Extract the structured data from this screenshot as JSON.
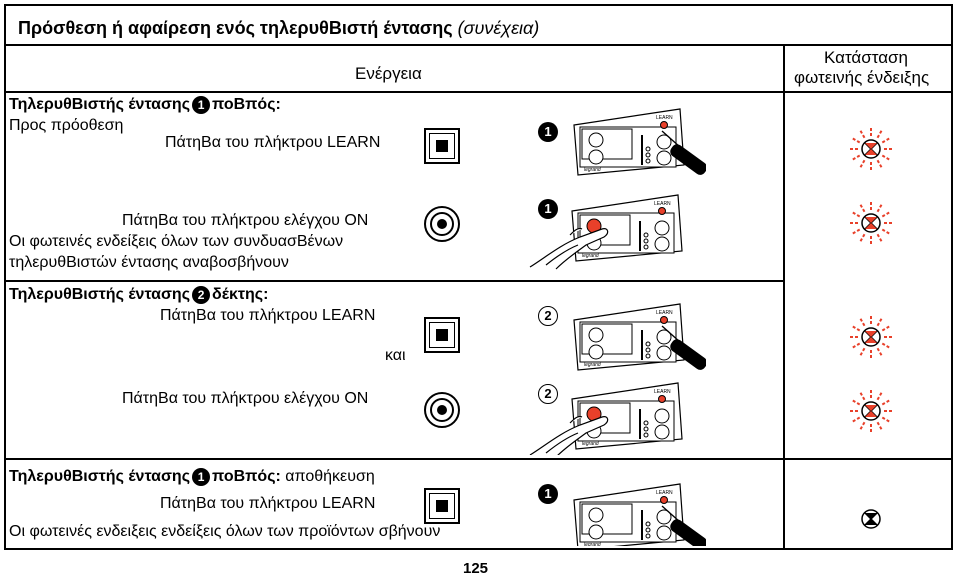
{
  "page": {
    "title": "Πρόσθεση ή αφαίρεση ενός τηλερυθΒιστή έντασης",
    "title_italic": "(συνέχεια)",
    "page_number": "125"
  },
  "header": {
    "action": "Ενέργεια",
    "status_line1": "Κατάσταση",
    "status_line2": "φωτεινής ένδειξης"
  },
  "sections": {
    "s1_heading_a": "ΤηλερυθΒιστής έντασης",
    "s1_heading_num": "1",
    "s1_heading_b": "ποΒπός:",
    "s1_sub": "Προς πρόοθεση",
    "s1_press_learn": "ΠάτηΒα του πλήκτρου LEARN",
    "s2_press_on": "ΠάτηΒα του πλήκτρου ελέγχου ON",
    "s2_line2": "Οι φωτεινές ενδείξεις όλων των συνδυασΒένων",
    "s2_line3": "τηλερυθΒιστών έντασης αναβοσβήνουν",
    "s3_heading_a": "ΤηλερυθΒιστής έντασης",
    "s3_heading_num": "2",
    "s3_heading_b": "δέκτης:",
    "s3_press_learn": "ΠάτηΒα του πλήκτρου LEARN",
    "s3_and": "και",
    "s3_press_on": "ΠάτηΒα του πλήκτρου ελέγχου ON",
    "s4_heading_a": "ΤηλερυθΒιστής έντασης",
    "s4_heading_num": "1",
    "s4_heading_b": "ποΒπός:",
    "s4_heading_c": "αποθήκευση",
    "s4_press_learn": "ΠάτηΒα του πλήκτρου LEARN",
    "s4_line": "Οι φωτεινές ενδειξεις ενδείξεις όλων των προϊόντων σβήνουν"
  },
  "steps": [
    "1",
    "1",
    "2",
    "2",
    "1"
  ],
  "device": {
    "learn_label": "LEARN",
    "brand": "legrand"
  },
  "colors": {
    "led_red": "#e8402a",
    "led_ray": "#e8402a"
  }
}
